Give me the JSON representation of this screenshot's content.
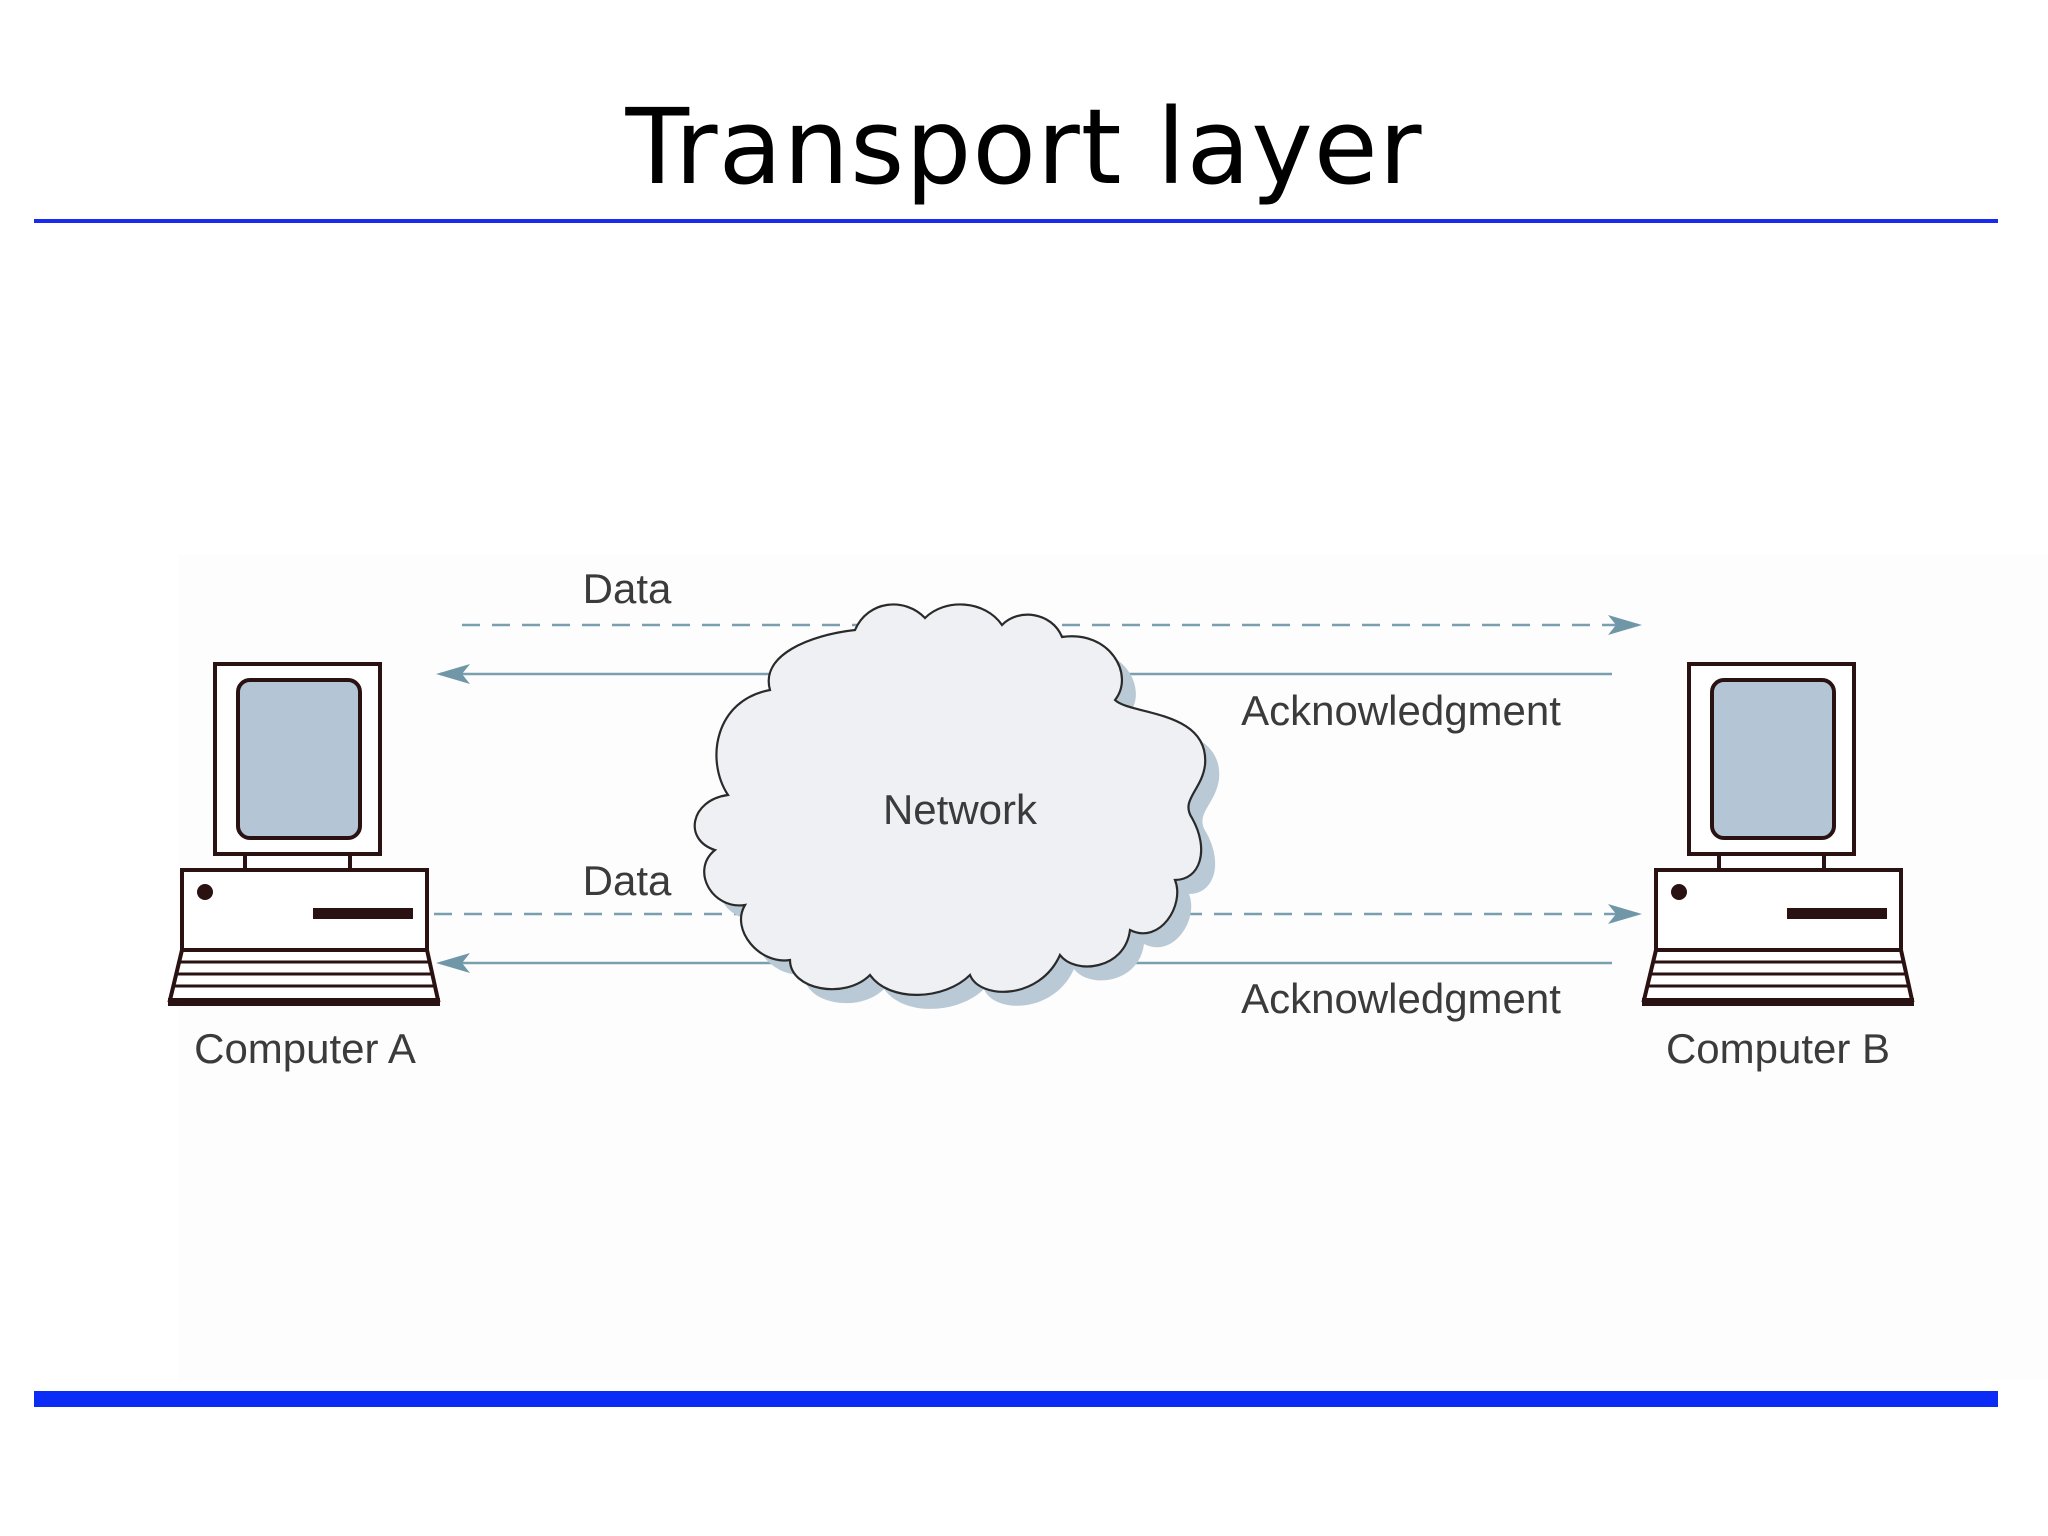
{
  "slide": {
    "title": "Transport layer"
  },
  "diagram": {
    "network_label": "Network",
    "computer_a_label": "Computer A",
    "computer_b_label": "Computer B",
    "exchanges": [
      {
        "data_label": "Data",
        "ack_label": "Acknowledgment"
      },
      {
        "data_label": "Data",
        "ack_label": "Acknowledgment"
      }
    ]
  },
  "colors": {
    "title_rule": "#1a2bef",
    "bottom_rule": "#0a2cf5",
    "arrow": "#6f97a8",
    "screen": "#b4c5d5",
    "cloud_fill": "#eef0f3",
    "cloud_shadow": "#b9cad6"
  }
}
